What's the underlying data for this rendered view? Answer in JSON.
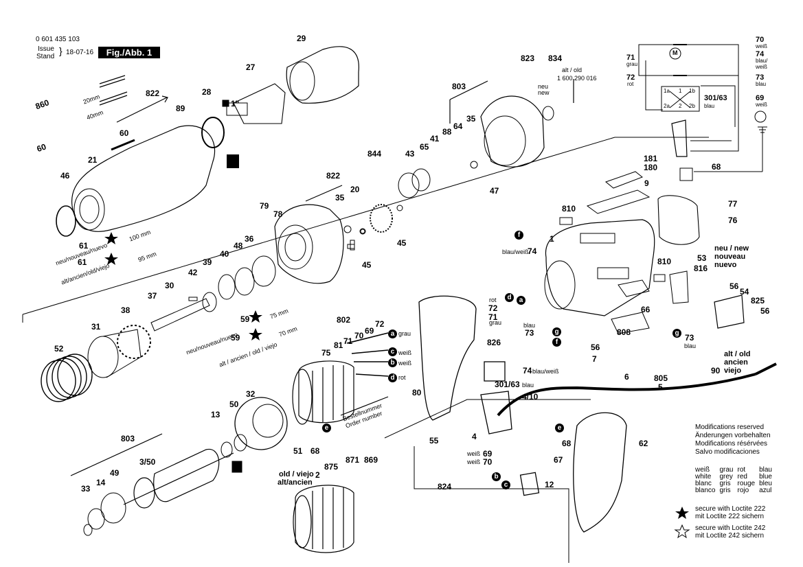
{
  "header": {
    "part_number": "0 601 435 103",
    "issue_label": "Issue",
    "stand_label": "Stand",
    "date": "18-07-16",
    "fig_label": "Fig./Abb. 1"
  },
  "part_labels": {
    "p29": "29",
    "p27": "27",
    "p28": "28",
    "p1in": "1\"",
    "p822a": "822",
    "p89": "89",
    "p860": "860",
    "p60": "60",
    "p21": "21",
    "p46": "46",
    "p61a": "61",
    "p61b": "61",
    "p822b": "822",
    "p35a": "35",
    "p20": "20",
    "p79": "79",
    "p78": "78",
    "p36": "36",
    "p48": "48",
    "p40": "40",
    "p39": "39",
    "p42": "42",
    "p37": "37",
    "p30": "30",
    "p38": "38",
    "p31": "31",
    "p52": "52",
    "p59a": "59",
    "p59b": "59",
    "p844": "844",
    "p43": "43",
    "p65": "65",
    "p41": "41",
    "p45a": "45",
    "p45b": "45",
    "p47": "47",
    "p88": "88",
    "p64": "64",
    "p35b": "35",
    "p803a": "803",
    "p823": "823",
    "p834": "834",
    "p181": "181",
    "p180": "180",
    "p9": "9",
    "p810a": "810",
    "p77": "77",
    "p76": "76",
    "p1": "1",
    "p74a": "74",
    "p810b": "810",
    "p53": "53",
    "p816": "816",
    "p56a": "56",
    "p54": "54",
    "p825": "825",
    "p56b": "56",
    "p66": "66",
    "p808": "808",
    "p73a": "73",
    "p72": "72",
    "p71": "71",
    "p73b": "73",
    "p826": "826",
    "p74b": "74",
    "p301": "301/63",
    "p410": "4/10",
    "p802": "802",
    "p75": "75",
    "p81": "81",
    "p71b": "71",
    "p70": "70",
    "p69": "69",
    "p72b": "72",
    "p80": "80",
    "p55": "55",
    "p56c": "56",
    "p7": "7",
    "p6": "6",
    "p805": "805",
    "p5": "5",
    "p90": "90",
    "p32": "32",
    "p50": "50",
    "p13": "13",
    "p51": "51",
    "p68a": "68",
    "p803b": "803",
    "p350": "3/50",
    "p49": "49",
    "p14": "14",
    "p33": "33",
    "p2": "2",
    "p875": "875",
    "p871": "871",
    "p869": "869",
    "p4": "4",
    "p69b": "69",
    "p70b": "70",
    "p68b": "68",
    "p67": "67",
    "p12": "12",
    "p824": "824",
    "p62": "62",
    "p68c": "68"
  },
  "annotations": {
    "alt_old_1": "alt / old",
    "alt_old_2": "1 600 290 016",
    "neu_new_1": "neu",
    "neu_new_2": "new",
    "mm100": "100 mm",
    "mm95": "95 mm",
    "mm75": "75 mm",
    "mm70": "70 mm",
    "mm20": "20mm",
    "mm40": "40mm",
    "neu_variants": "neu/nouveau/nuevo",
    "alt_variants": "alt/ancien/old/viejo",
    "alt_variants2": "alt / ancien / old / viejo",
    "neu_variants2": "neu/nouveau/nuevo",
    "neu_new_nuevo_1": "neu / new",
    "neu_new_nuevo_2": "nouveau",
    "neu_new_nuevo_3": "nuevo",
    "alt_old_right_1": "alt / old",
    "alt_old_right_2": "ancien",
    "alt_old_right_3": "viejo",
    "old_viejo": "old / viejo",
    "alt_ancien": "alt/ancien",
    "bestellnummer": "Bestellnummer",
    "order_number": "Order number",
    "grau": "grau",
    "weiss": "weiß",
    "rot": "rot",
    "blau": "blau",
    "blau_weiss": "blau/weiß",
    "grau2": "grau",
    "rot2": "rot",
    "blau2": "blau",
    "blau_weiss2": "blau/weiß",
    "weiss_a": "weiß",
    "weiss_b": "weiß",
    "blau_weiss3": "blau/weiß",
    "blau3": "blau"
  },
  "wiring": {
    "w70": "70",
    "w70c": "weiß",
    "w74": "74",
    "w74c1": "blau/",
    "w74c2": "weiß",
    "w71": "71",
    "w71c": "grau",
    "w72": "72",
    "w72c": "rot",
    "w73": "73",
    "w73c": "blau",
    "w69": "69",
    "w69c": "weiß",
    "w68": "68",
    "motor": "M",
    "sw_301": "301/63",
    "sw_blau": "blau",
    "sw_1a": "1a",
    "sw_1": "1",
    "sw_1b": "1b",
    "sw_2a": "2a",
    "sw_2": "2",
    "sw_2b": "2b"
  },
  "callouts": {
    "a": "a",
    "b": "b",
    "c": "c",
    "d": "d",
    "e": "e",
    "f": "f",
    "g": "g"
  },
  "notes": {
    "mod1": "Modifications reserved",
    "mod2": "Änderungen vorbehalten",
    "mod3": "Modifications résérvées",
    "mod4": "Salvo modificaciones",
    "loc222a": "secure with Loctite 222",
    "loc222b": "mit Loctite 222 sichern",
    "loc242a": "secure with Loctite 242",
    "loc242b": "mit Loctite 242 sichern"
  },
  "color_legend": [
    [
      "weiß",
      "grau",
      "rot",
      "blau"
    ],
    [
      "white",
      "grey",
      "red",
      "blue"
    ],
    [
      "blanc",
      "gris",
      "rouge",
      "bleu"
    ],
    [
      "blanco",
      "gris",
      "rojo",
      "azul"
    ]
  ]
}
